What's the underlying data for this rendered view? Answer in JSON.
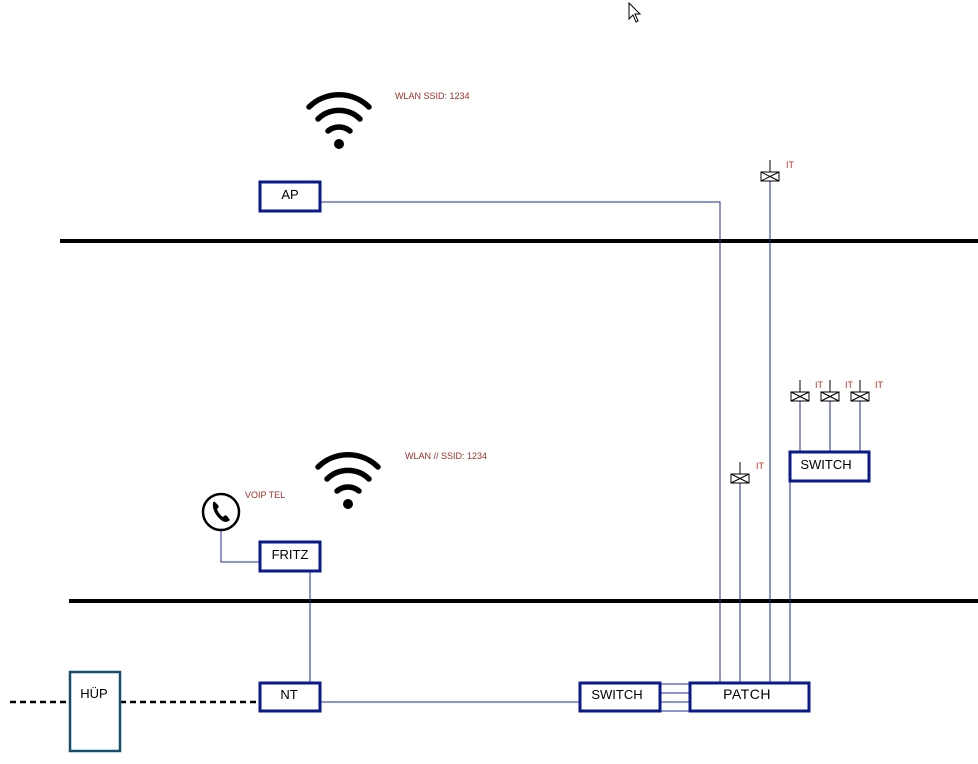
{
  "devices": {
    "ap": "AP",
    "fritz": "FRITZ",
    "nt": "NT",
    "hup": "HÜP",
    "switch_ground": "SWITCH",
    "patch": "PATCH",
    "switch_mid": "SWITCH"
  },
  "notes": {
    "wlan_top": "WLAN SSID: 1234",
    "wlan_mid": "WLAN // SSID: 1234",
    "voip": "VOIP TEL"
  },
  "sockets": {
    "top": "IT",
    "mid": "IT",
    "switch_1": "IT",
    "switch_2": "IT",
    "switch_3": "IT"
  },
  "icons": [
    "wifi-icon",
    "phone-icon",
    "cursor-icon"
  ],
  "colors": {
    "box_stroke": "#0a1a8c",
    "wire": "#1e2a9c",
    "note": "#a0302a",
    "hup_stroke": "#14506e"
  }
}
